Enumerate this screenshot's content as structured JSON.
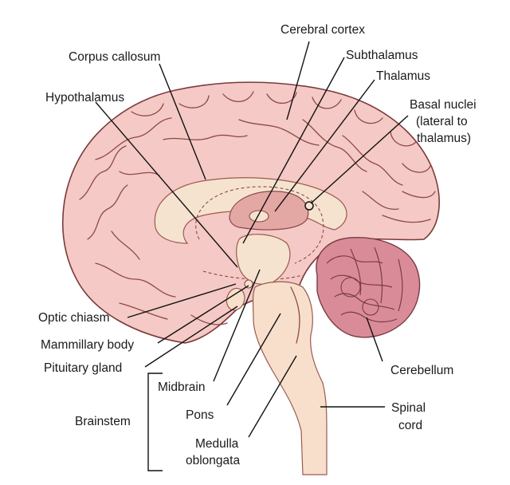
{
  "labels": {
    "cerebral_cortex": "Cerebral cortex",
    "corpus_callosum": "Corpus callosum",
    "subthalamus": "Subthalamus",
    "thalamus": "Thalamus",
    "hypothalamus": "Hypothalamus",
    "basal_nuclei_line1": "Basal nuclei",
    "basal_nuclei_line2": "(lateral to",
    "basal_nuclei_line3": "thalamus)",
    "optic_chiasm": "Optic chiasm",
    "mammillary_body": "Mammillary body",
    "pituitary_gland": "Pituitary gland",
    "cerebellum": "Cerebellum",
    "midbrain": "Midbrain",
    "brainstem": "Brainstem",
    "pons": "Pons",
    "spinal_cord_line1": "Spinal",
    "spinal_cord_line2": "cord",
    "medulla_line1": "Medulla",
    "medulla_line2": "oblongata"
  },
  "colors": {
    "cortex": "#f5c9c5",
    "inner_white_matter": "#f6e3cf",
    "thalamus": "#e3a7a4",
    "cerebellum": "#d98c97",
    "outline": "#7a3b3b"
  }
}
